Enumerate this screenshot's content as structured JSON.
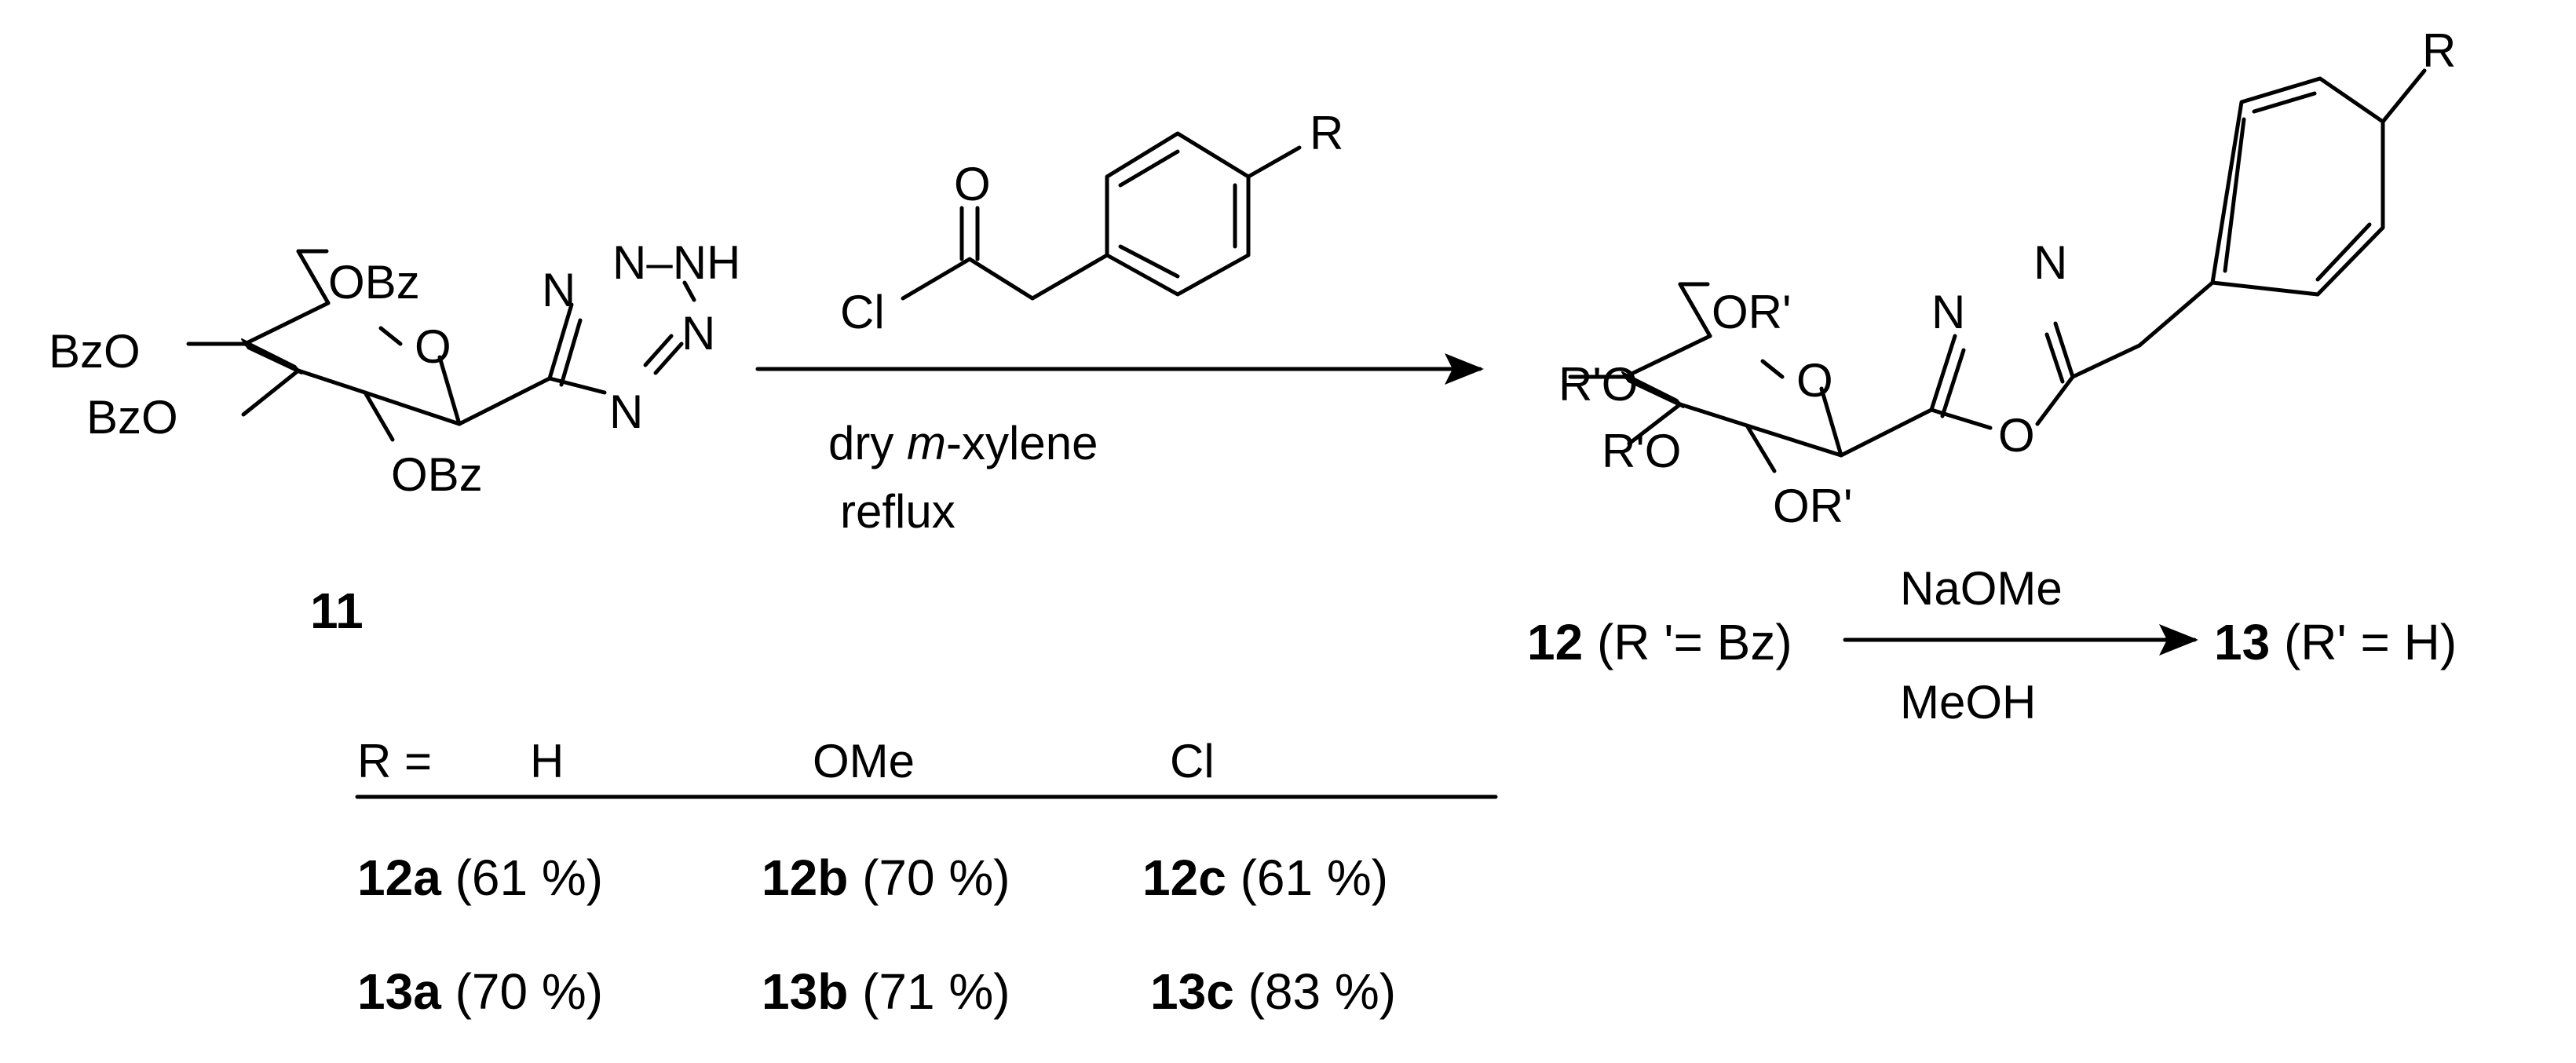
{
  "reagent": {
    "o_atom": "O",
    "cl_atom": "Cl",
    "r_group": "R"
  },
  "compound11": {
    "label": "11",
    "substituents": {
      "c6": "OBz",
      "c4": "BzO",
      "c3": "BzO",
      "c2": "OBz",
      "ring_o": "O"
    },
    "tetrazole": {
      "n1": "N",
      "nh": "N–NH",
      "n3": "N",
      "n4": "N"
    }
  },
  "conditions": {
    "line1_prefix": "dry ",
    "line1_italic": "m",
    "line1_suffix": "-xylene",
    "line2": "reflux"
  },
  "product12": {
    "substituents": {
      "c6": "OR'",
      "c4": "R'O",
      "c3": "R'O",
      "c2": "OR'",
      "ring_o": "O"
    },
    "oxadiazole": {
      "n_left": "N",
      "n_right": "N",
      "o": "O"
    },
    "r_group": "R"
  },
  "deprotection": {
    "start_label": "12",
    "start_suffix": " (R '= Bz)",
    "reagent": "NaOMe",
    "solvent": "MeOH",
    "end_label": "13",
    "end_suffix": " (R' = H)"
  },
  "yield_table": {
    "header_r": "R = ",
    "header_values": [
      "H",
      "OMe",
      "Cl"
    ],
    "rows": [
      [
        {
          "compound": "12a",
          "yield": " (61 %)"
        },
        {
          "compound": "12b",
          "yield": " (70 %)"
        },
        {
          "compound": "12c",
          "yield": " (61 %)"
        }
      ],
      [
        {
          "compound": "13a",
          "yield": " (70 %)"
        },
        {
          "compound": "13b",
          "yield": " (71 %)"
        },
        {
          "compound": "13c",
          "yield": " (83 %)"
        }
      ]
    ]
  }
}
